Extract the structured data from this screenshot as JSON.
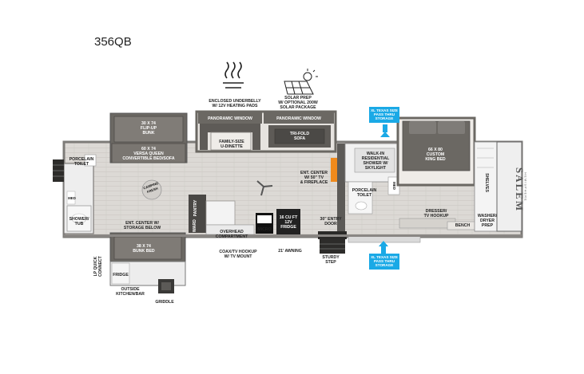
{
  "model": "356QB",
  "features": {
    "underbelly": "ENCLOSED UNDERBELLY\nW/ 12V HEATING PADS",
    "solar": "SOLAR PREP\nW/ OPTIONAL 200W\nSOLAR PACKAGE"
  },
  "rooms": {
    "flip_up_bunk": "30 X 74\nFLIP-UP\nBUNK",
    "versa_bed": "60 X 74\nVERSA QUEEN\nCONVERTIBLE BED/SOFA",
    "porcelain_toilet_left": "PORCELAIN\nTOILET",
    "med_left": "MED",
    "shower_tub": "SHOWER/\nTUB",
    "ent_center_storage": "ENT. CENTER W/\nSTORAGE BELOW",
    "bunk_bed": "38 X 74\nBUNK BED",
    "fridge_outdoor": "FRIDGE",
    "outside_kitchen": "OUTSIDE\nKITCHEN/BAR",
    "griddle": "GRIDDLE",
    "lp_connect": "LP QUICK\nCONNECT",
    "panoramic_left": "PANORAMIC WINDOW",
    "panoramic_right": "PANORAMIC WINDOW",
    "u_dinette": "FAMILY-SIZE\nU-DINETTE",
    "tri_fold": "TRI-FOLD\nSOFA",
    "pantry": "PANTRY",
    "ward": "WARD",
    "overhead": "OVERHEAD\nCOMPARTMENT",
    "micro": "MICRO",
    "fridge_16": "16 CU FT\n12V\nFRIDGE",
    "ent_center_fireplace": "ENT. CENTER\nW/ 50\" TV\n& FIREPLACE",
    "entry_door": "30\" ENTRY\nDOOR",
    "coax": "COAX/TV HOOKUP\nW/ TV MOUNT",
    "awning": "21' AWNING",
    "sturdy_step": "STURDY\nSTEP",
    "walkin_shower": "WALK-IN\nRESIDENTIAL\nSHOWER W/\nSKYLIGHT",
    "porcelain_toilet_right": "PORCELAIN\nTOILET",
    "med_right": "MED",
    "king_bed": "66 X 80\nCUSTOM\nKING BED",
    "dresser": "DRESSER/\nTV HOOKUP",
    "bench": "BENCH",
    "washer_dryer": "WASHER/\nDRYER\nPREP",
    "shelves": "SHELVES",
    "campfire": "CAMPING\nFRESH"
  },
  "callouts": {
    "top": "XL TEXAS SIZE\nPASS THRU\nSTORAGE",
    "bottom": "XL TEXAS SIZE\nPASS THRU\nSTORAGE"
  },
  "brand": "SALEM",
  "brand_sub": "HEMISPHERE",
  "colors": {
    "slide": "#6b6863",
    "floor": "#d9d6d2",
    "wall": "#8c8a87",
    "callout": "#1aa9e6",
    "fireplace": "#f08a1c"
  }
}
